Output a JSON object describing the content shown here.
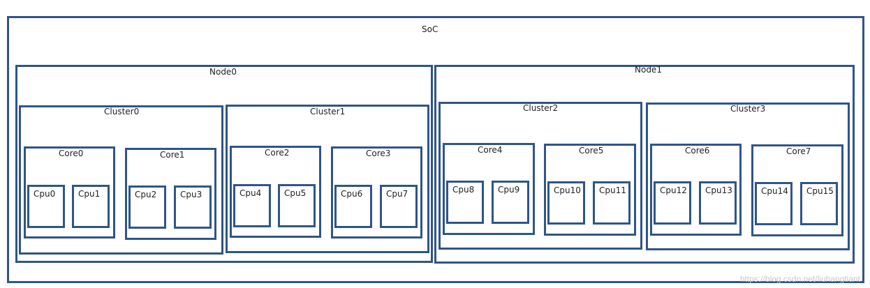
{
  "soc": "SoC",
  "nodes": [
    "Node0",
    "Node1"
  ],
  "clusters": [
    "Cluster0",
    "Cluster1",
    "Cluster2",
    "Cluster3"
  ],
  "cores": [
    "Core0",
    "Core1",
    "Core2",
    "Core3",
    "Core4",
    "Core5",
    "Core6",
    "Core7"
  ],
  "cpus": [
    "Cpu0",
    "Cpu1",
    "Cpu2",
    "Cpu3",
    "Cpu4",
    "Cpu5",
    "Cpu6",
    "Cpu7",
    "Cpu8",
    "Cpu9",
    "Cpu10",
    "Cpu11",
    "Cpu12",
    "Cpu13",
    "Cpu14",
    "Cpu15"
  ],
  "watermark": "https://blog.csdn.net/liuhangtiant"
}
